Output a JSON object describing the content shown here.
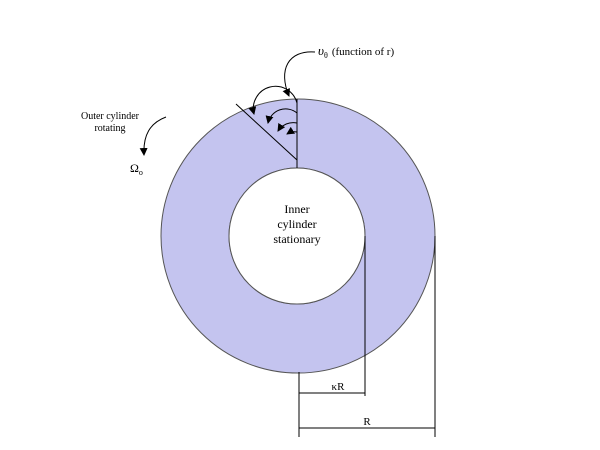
{
  "colors": {
    "annulus_fill": "#c4c4ef",
    "line": "#000000",
    "background": "#ffffff"
  },
  "labels": {
    "velocity_symbol": "υ",
    "velocity_subscript": "θ",
    "velocity_note": "(function of r)",
    "outer_line1": "Outer cylinder",
    "outer_line2": "rotating",
    "omega_symbol": "Ω",
    "omega_subscript": "o",
    "inner_line1": "Inner",
    "inner_line2": "cylinder",
    "inner_line3": "stationary",
    "kappa_R": "κR",
    "R": "R"
  }
}
